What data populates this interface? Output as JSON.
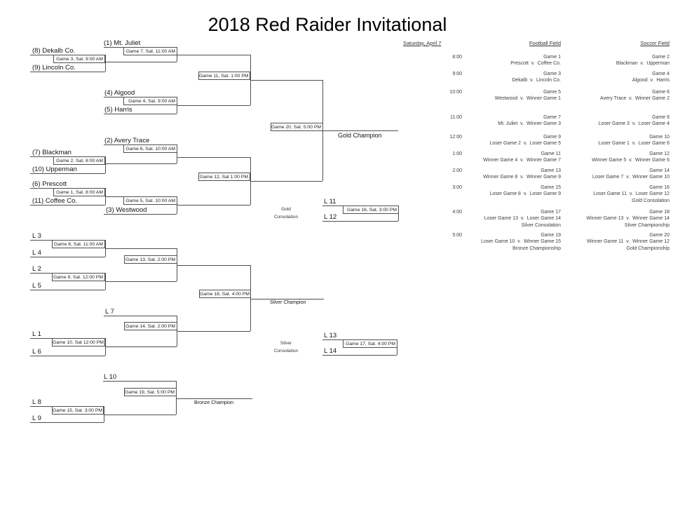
{
  "title": "2018 Red Raider Invitational",
  "bracket": {
    "teams": {
      "mt_juliet": "(1) Mt. Juliet",
      "dekalb": "(8) Dekalb Co.",
      "lincoln": "(9) Lincoln Co.",
      "algood": "(4) Algood",
      "harris": "(5) Harris",
      "avery_trace": "(2) Avery Trace",
      "blackman": "(7) Blackman",
      "upperman": "(10) Upperman",
      "prescott": "(6) Prescott",
      "coffee": "(11) Coffee Co.",
      "westwood": "(3) Westwood"
    },
    "loser_slots": {
      "l1": "L 1",
      "l2": "L 2",
      "l3": "L 3",
      "l4": "L 4",
      "l5": "L 5",
      "l6": "L 6",
      "l7": "L 7",
      "l8": "L 8",
      "l9": "L 9",
      "l10": "L 10",
      "l11": "L 11",
      "l12": "L 12",
      "l13": "L 13",
      "l14": "L 14"
    },
    "games": {
      "g1": "Game 1, Sat. 8:00 AM",
      "g2": "Game 2, Sat. 8:00 AM",
      "g3": "Game 3, Sat. 9:00 AM",
      "g4": "Game 4, Sat. 9:00 AM",
      "g5": "Game 5, Sat. 10:00 AM",
      "g6": "Game 6, Sat. 10:00 AM",
      "g7": "Game 7, Sat. 11:00 AM",
      "g8": "Game 8, Sat. 11:00 AM",
      "g9": "Game 9, Sat. 12:00 PM",
      "g10": "Game 10, Sat 12:00 PM",
      "g11": "Game 11, Sat. 1:00 PM",
      "g12": "Game 12, Sat 1:00 PM",
      "g13": "Game 13, Sat. 2:00 PM",
      "g14": "Game 14, Sat. 2:00 PM",
      "g15": "Game 15, Sat. 3:00 PM",
      "g16": "Game 16, Sat. 3:00 PM",
      "g17": "Game 17, Sat. 4:00 PM",
      "g18": "Game 18, Sat. 4:00 PM",
      "g19": "Game 19, Sat. 5:00 PM",
      "g20": "Game 20, Sat. 5:00 PM"
    },
    "placings": {
      "gold_champion": "Gold Champion",
      "silver_champion": "Silver Champion",
      "bronze_champion": "Bronze Champion",
      "gold_consolation": [
        "Gold",
        "Consolation"
      ],
      "silver_consolation": [
        "Silver",
        "Consolation"
      ]
    }
  },
  "schedule": {
    "date_header": "Saturday, April 7",
    "field_headers": [
      "Football Field",
      "Soccer Field"
    ],
    "rows": [
      {
        "time": "8:00",
        "football": {
          "game": "Game 1",
          "matchup": "Prescott  v.  Coffee Co."
        },
        "soccer": {
          "game": "Game 2",
          "matchup": "Blackman  v.  Upperman"
        }
      },
      {
        "time": "9:00",
        "football": {
          "game": "Game 3",
          "matchup": "Dekalb  v.  Lincoln Co."
        },
        "soccer": {
          "game": "Game 4",
          "matchup": "Algood  v.  Harris"
        }
      },
      {
        "time": "10:00",
        "football": {
          "game": "Game 5",
          "matchup": "Westwood  v.  Winner Game 1"
        },
        "soccer": {
          "game": "Game 6",
          "matchup": "Avery Trace  v.  Winner Game 2"
        }
      },
      {
        "time": "11:00",
        "football": {
          "game": "Game 7",
          "matchup": "Mt. Juliet  v.  Winner Game 3"
        },
        "soccer": {
          "game": "Game 8",
          "matchup": "Loser Game 3  v.  Loser Game 4"
        }
      },
      {
        "time": "12:00",
        "football": {
          "game": "Game 9",
          "matchup": "Loser Game 2  v.  Loser Game 5"
        },
        "soccer": {
          "game": "Game 10",
          "matchup": "Loser Game 1  v.  Loser Game 6"
        }
      },
      {
        "time": "1:00",
        "football": {
          "game": "Game 11",
          "matchup": "Winner Game 4  v.  Winner Game 7"
        },
        "soccer": {
          "game": "Game 12",
          "matchup": "Winner Game 5  v.  Winner Game 6"
        }
      },
      {
        "time": "2:00",
        "football": {
          "game": "Game 13",
          "matchup": "Winner Game 8  v.  Winner Game 9"
        },
        "soccer": {
          "game": "Game 14",
          "matchup": "Loser Game 7  v.  Winner Game 10"
        }
      },
      {
        "time": "3:00",
        "football": {
          "game": "Game 15",
          "matchup": "Loser Game 8  v.  Loser Game 9"
        },
        "soccer": {
          "game": "Game 16",
          "matchup": "Loser Game 11  v.  Loser Game 12",
          "note": "Gold Consolation"
        }
      },
      {
        "time": "4:00",
        "football": {
          "game": "Game 17",
          "matchup": "Loser Game 13  v.  Loser Game 14",
          "note": "Silver Consolation"
        },
        "soccer": {
          "game": "Game 18",
          "matchup": "Winner Game 13  v.  Winner Game 14",
          "note": "Silver Championship"
        }
      },
      {
        "time": "5:00",
        "football": {
          "game": "Game 19",
          "matchup": "Loser Game 10  v.  Winner Game 15",
          "note": "Bronze Championship"
        },
        "soccer": {
          "game": "Game 20",
          "matchup": "Winner Game 11  v.  Winner Game 12",
          "note": "Gold Championship"
        }
      }
    ]
  }
}
